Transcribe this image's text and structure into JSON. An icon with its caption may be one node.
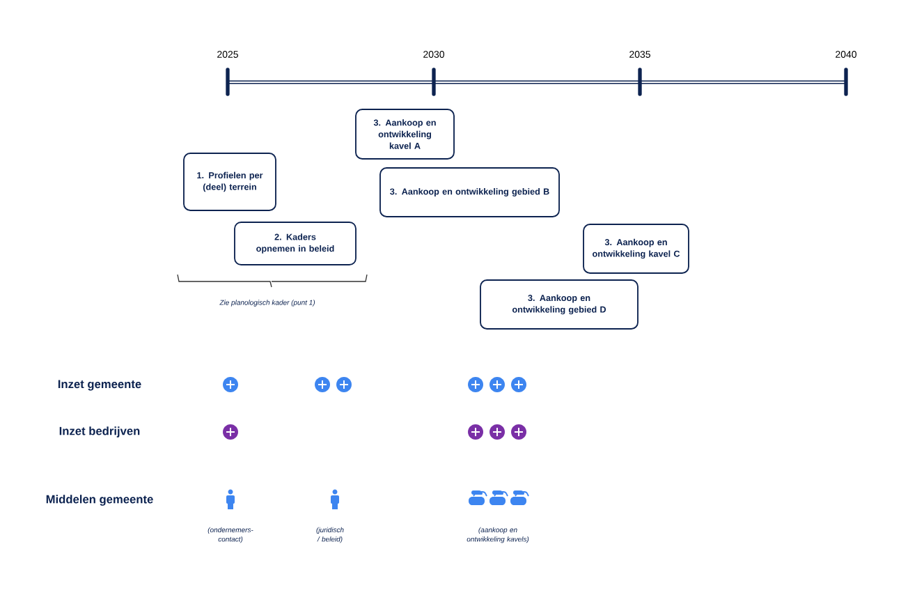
{
  "diagram": {
    "nodes": [
      {
        "text": [
          "3. Aankoop en ontwikkeling kavel A"
        ]
      },
      {
        "text": [
          "1. Profielen per (deel) terrein"
        ]
      },
      {
        "text": [
          "3. Aankoop en ontwikkeling gebied B"
        ]
      },
      {
        "text": [
          "2. Kaders opnemen in beleid"
        ]
      },
      {
        "text": [
          "3. Aankoop en ontwikkeling kavel C"
        ]
      },
      {
        "text": [
          "3. Aankoop en ontwikkeling gebied D"
        ]
      }
    ],
    "labels": [
      "2025",
      "2030",
      "2035",
      "2040",
      "Zie planologisch kader (punt 1)",
      "Inzet gemeente",
      "Inzet bedrijven",
      "Middelen gemeente",
      "(ondernemers-contact)",
      "(juridisch / beleid)",
      "(aankoop en ontwikkeling kavels)"
    ]
  }
}
